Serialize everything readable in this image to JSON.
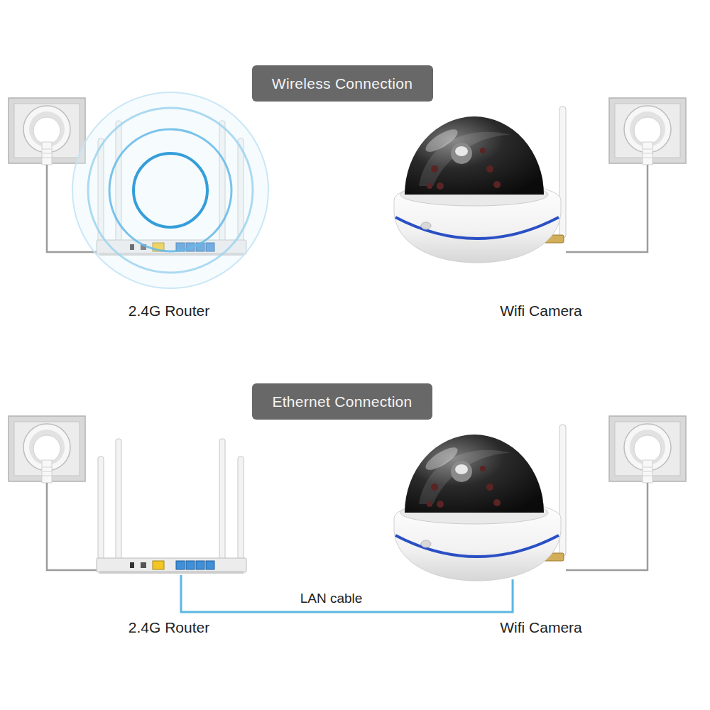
{
  "diagram": {
    "nodes": [
      {
        "text": [
          "Wireless Connection"
        ]
      },
      {
        "text": [
          "2.4G Router"
        ]
      },
      {
        "text": [
          "Wifi Camera"
        ]
      },
      {
        "text": [
          "Ethernet Connection"
        ]
      },
      {
        "text": [
          "2.4G Router"
        ]
      },
      {
        "text": [
          "Wifi Camera"
        ]
      }
    ],
    "edges": [
      {
        "from": 4,
        "to": 5,
        "label": "LAN cable",
        "arrow": "none"
      }
    ]
  }
}
